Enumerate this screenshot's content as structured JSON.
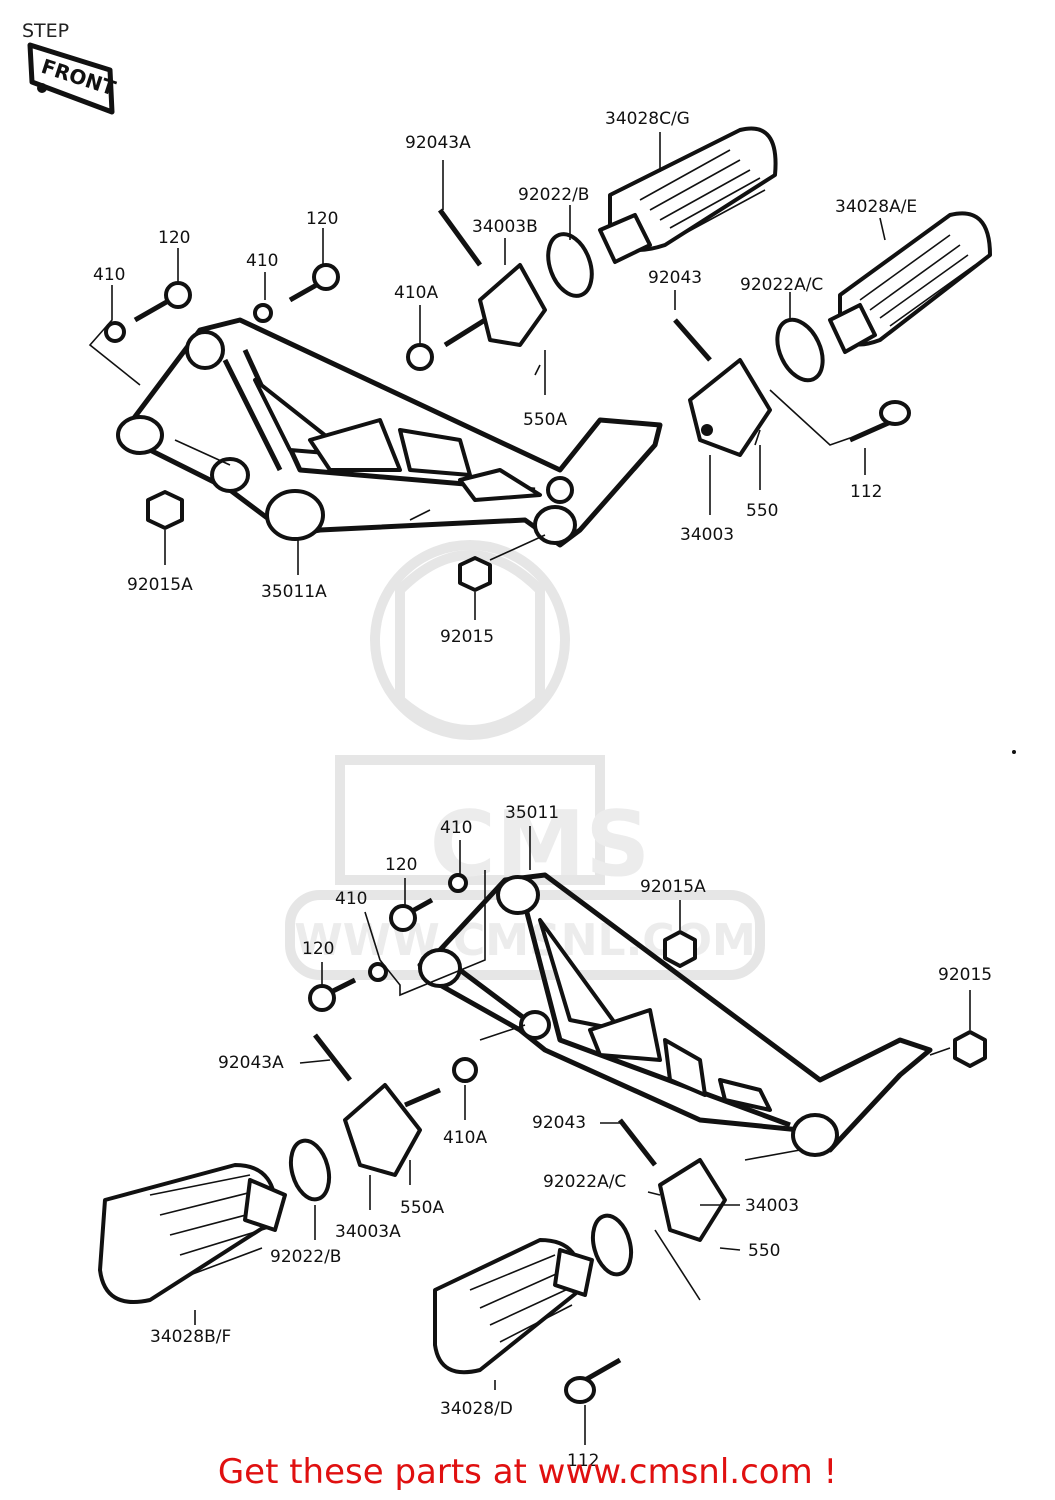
{
  "header": {
    "title": "STEP"
  },
  "front_marker": "FRONT",
  "watermark": {
    "text": "CMS",
    "url": "WWW.CMSNL.COM"
  },
  "footer": {
    "cta": "Get these parts at www.cmsnl.com !"
  },
  "colors": {
    "line": "#111111",
    "cta": "#e01010",
    "watermark": "#e4e4e4"
  },
  "upper_assembly": {
    "labels": [
      "92043A",
      "34028C/G",
      "92022/B",
      "34003B",
      "34028A/E",
      "120",
      "120",
      "410",
      "410",
      "410A",
      "92043",
      "92022A/C",
      "550A",
      "112",
      "550",
      "34003",
      "92015A",
      "35011A",
      "92015"
    ]
  },
  "lower_assembly": {
    "labels": [
      "35011",
      "410",
      "120",
      "410",
      "92015A",
      "120",
      "92015",
      "92043A",
      "410A",
      "92043",
      "550A",
      "34003A",
      "92022A/C",
      "34003",
      "92022/B",
      "550",
      "34028B/F",
      "34028/D",
      "112"
    ]
  }
}
